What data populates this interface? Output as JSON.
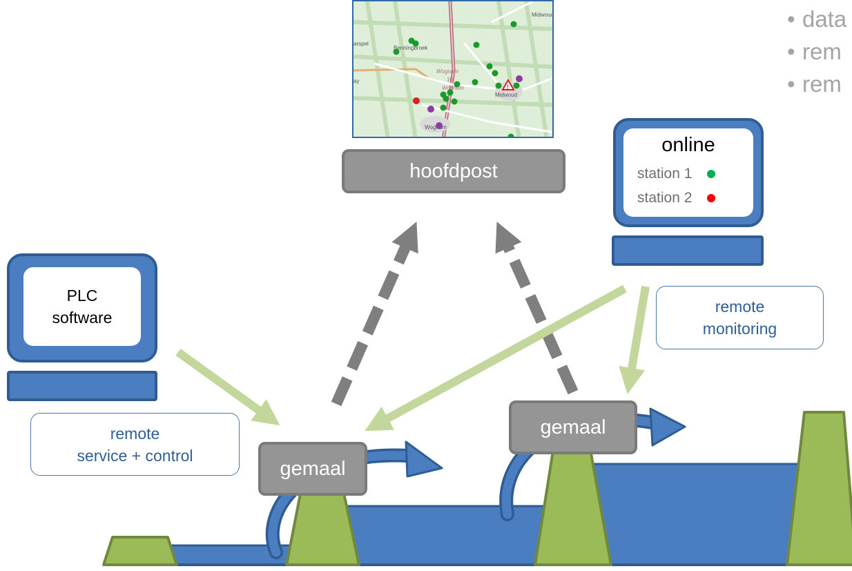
{
  "colors": {
    "water": "#4a7ec0",
    "water_border": "#2f5c93",
    "dam": "#9bbb59",
    "dam_border": "#71893f",
    "gray_box": "#959595",
    "light_green_arrow": "#c3d69b",
    "dashed_arrow": "#7f7f7f",
    "status_ok": "#00b050",
    "status_alarm": "#ff0000",
    "callout_text": "#2f5f96"
  },
  "bullets": [
    "data",
    "rem",
    "rem"
  ],
  "map": {
    "labels": [
      "Midwoud",
      "arspel",
      "Benningbroek",
      "Wognum",
      "10",
      "Wognum",
      "Midwoud",
      "Wognum",
      "ay"
    ],
    "dot_colors": [
      "green",
      "purple",
      "red"
    ],
    "warning_icon": "warning-triangle-icon"
  },
  "nodes": {
    "hoofdpost": "hoofdpost",
    "gemaal_left": "gemaal",
    "gemaal_right": "gemaal"
  },
  "monitors": {
    "online": {
      "title": "online",
      "stations": [
        {
          "label": "station 1",
          "status": "green"
        },
        {
          "label": "station 2",
          "status": "red"
        }
      ]
    },
    "plc": {
      "line1": "PLC",
      "line2": "software"
    }
  },
  "callouts": {
    "remote_monitoring": {
      "line1": "remote",
      "line2": "monitoring"
    },
    "remote_service": {
      "line1": "remote",
      "line2": "service + control"
    }
  }
}
